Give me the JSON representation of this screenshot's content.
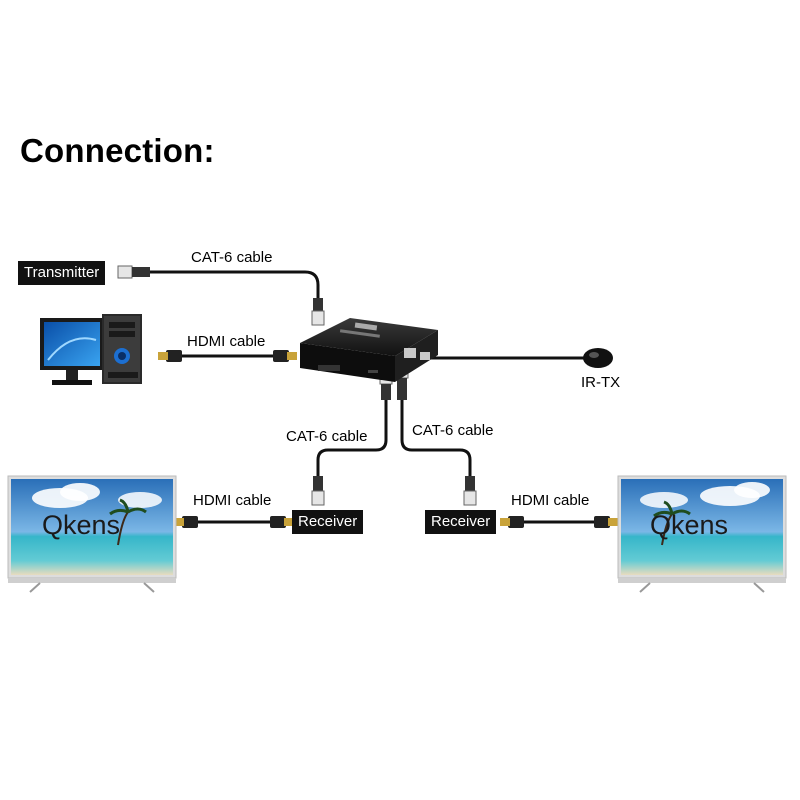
{
  "title": "Connection:",
  "labels": {
    "cat6_top": "CAT-6 cable",
    "hdmi_top": "HDMI cable",
    "ir_tx": "IR-TX",
    "cat6_left": "CAT-6 cable",
    "cat6_right": "CAT-6 cable",
    "hdmi_left": "HDMI cable",
    "hdmi_right": "HDMI cable"
  },
  "tags": {
    "transmitter": "Transmitter",
    "receiver_left": "Receiver",
    "receiver_right": "Receiver"
  },
  "tv_brand_left": "Qkens",
  "tv_brand_right": "Qkens",
  "colors": {
    "cable": "#111111",
    "tag_bg": "#111111",
    "tag_text": "#ffffff",
    "sky": "#3b8fd4",
    "sea": "#2fb8c8",
    "sand": "#e9dcc0"
  }
}
